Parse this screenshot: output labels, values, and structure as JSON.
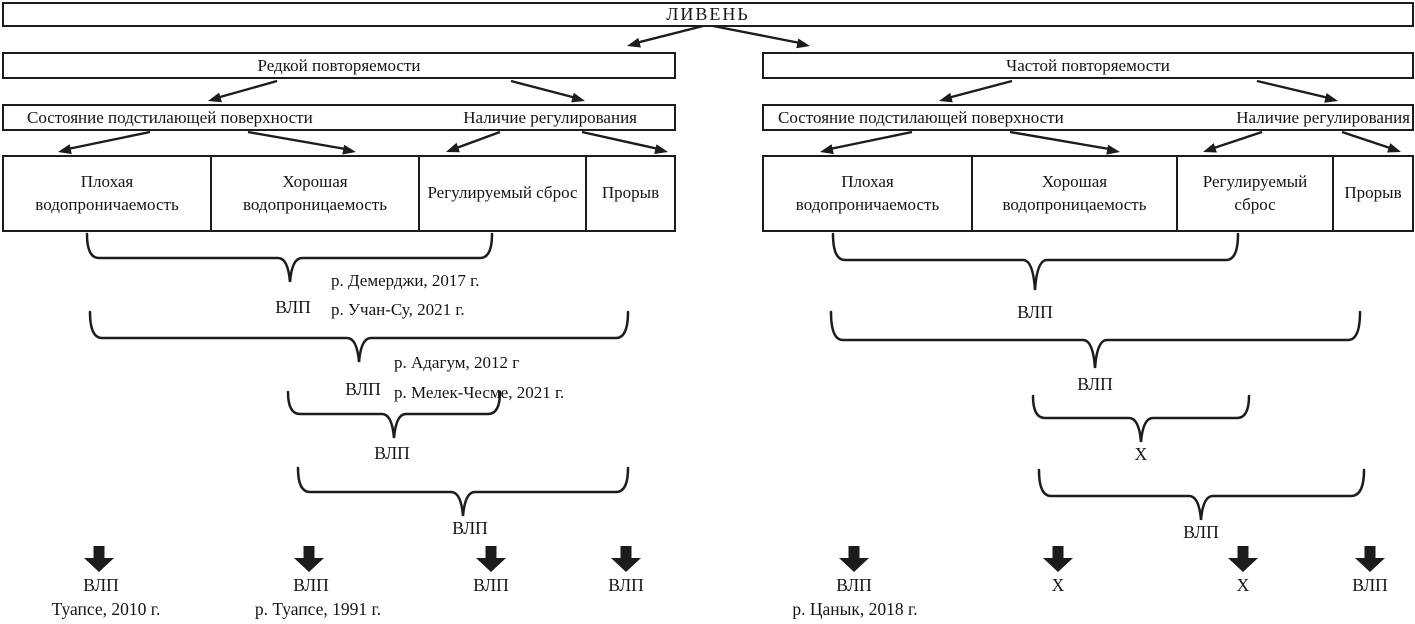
{
  "title": "ЛИВЕНЬ",
  "left": {
    "frequency": "Редкой повторяемости",
    "criteria": {
      "surface": "Состояние подстилающей поверхности",
      "regulation": "Наличие регулирования"
    },
    "categories": [
      "Плохая водопроничаемость",
      "Хорошая водопроницаемость",
      "Регулируемый сброс",
      "Прорыв"
    ],
    "braces": [
      {
        "label": "ВЛП",
        "events": [
          "р. Демерджи, 2017 г.",
          "р. Учан-Су, 2021 г."
        ]
      },
      {
        "label": "ВЛП",
        "events": [
          "р. Адагум, 2012 г",
          "р. Мелек-Чесме, 2021 г."
        ]
      },
      {
        "label": "ВЛП"
      },
      {
        "label": "ВЛП"
      }
    ],
    "outcomes": [
      {
        "label": "ВЛП",
        "event": "Туапсе, 2010 г."
      },
      {
        "label": "ВЛП",
        "event": "р. Туапсе, 1991 г."
      },
      {
        "label": "ВЛП"
      },
      {
        "label": "ВЛП"
      }
    ]
  },
  "right": {
    "frequency": "Частой повторяемости",
    "criteria": {
      "surface": "Состояние подстилающей поверхности",
      "regulation": "Наличие регулирования"
    },
    "categories": [
      "Плохая водопроничаемость",
      "Хорошая водопроницаемость",
      "Регулируемый сброс",
      "Прорыв"
    ],
    "braces": [
      {
        "label": "ВЛП"
      },
      {
        "label": "ВЛП"
      },
      {
        "label": "Х"
      },
      {
        "label": "ВЛП"
      }
    ],
    "outcomes": [
      {
        "label": "ВЛП",
        "event": "р. Цанык, 2018 г."
      },
      {
        "label": "Х"
      },
      {
        "label": "Х"
      },
      {
        "label": "ВЛП"
      }
    ]
  }
}
